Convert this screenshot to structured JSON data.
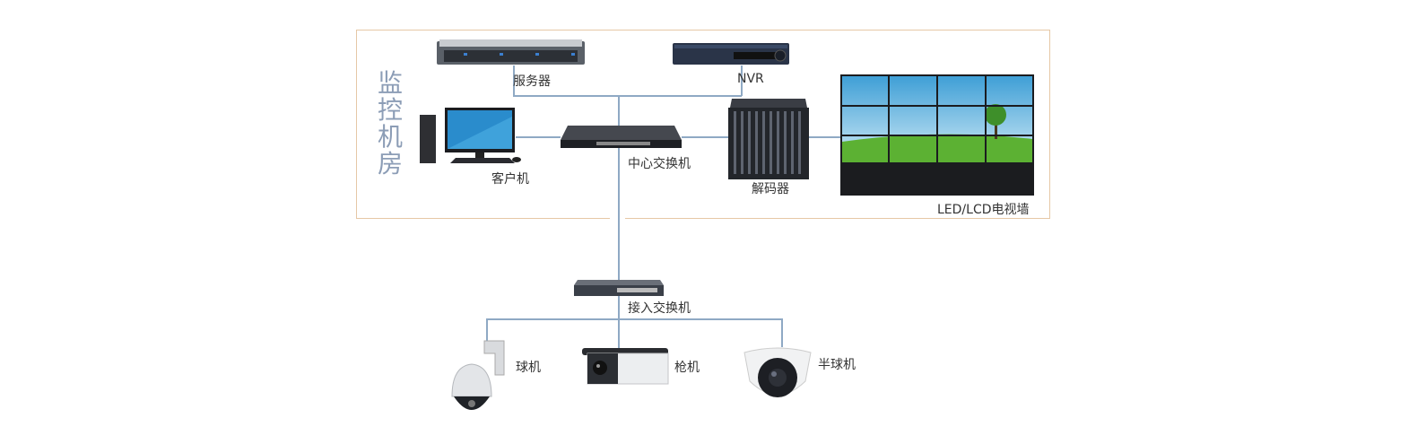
{
  "room": {
    "title": "监控机房"
  },
  "devices": {
    "server": "服务器",
    "nvr": "NVR",
    "client": "客户机",
    "core_switch": "中心交换机",
    "decoder": "解码器",
    "video_wall": "LED/LCD电视墙",
    "access_switch": "接入交换机",
    "ptz_camera": "球机",
    "bullet_camera": "枪机",
    "dome_camera": "半球机"
  },
  "colors": {
    "border": "#e6c8a6",
    "line": "#8fa9c4",
    "title": "#8c9db6"
  }
}
